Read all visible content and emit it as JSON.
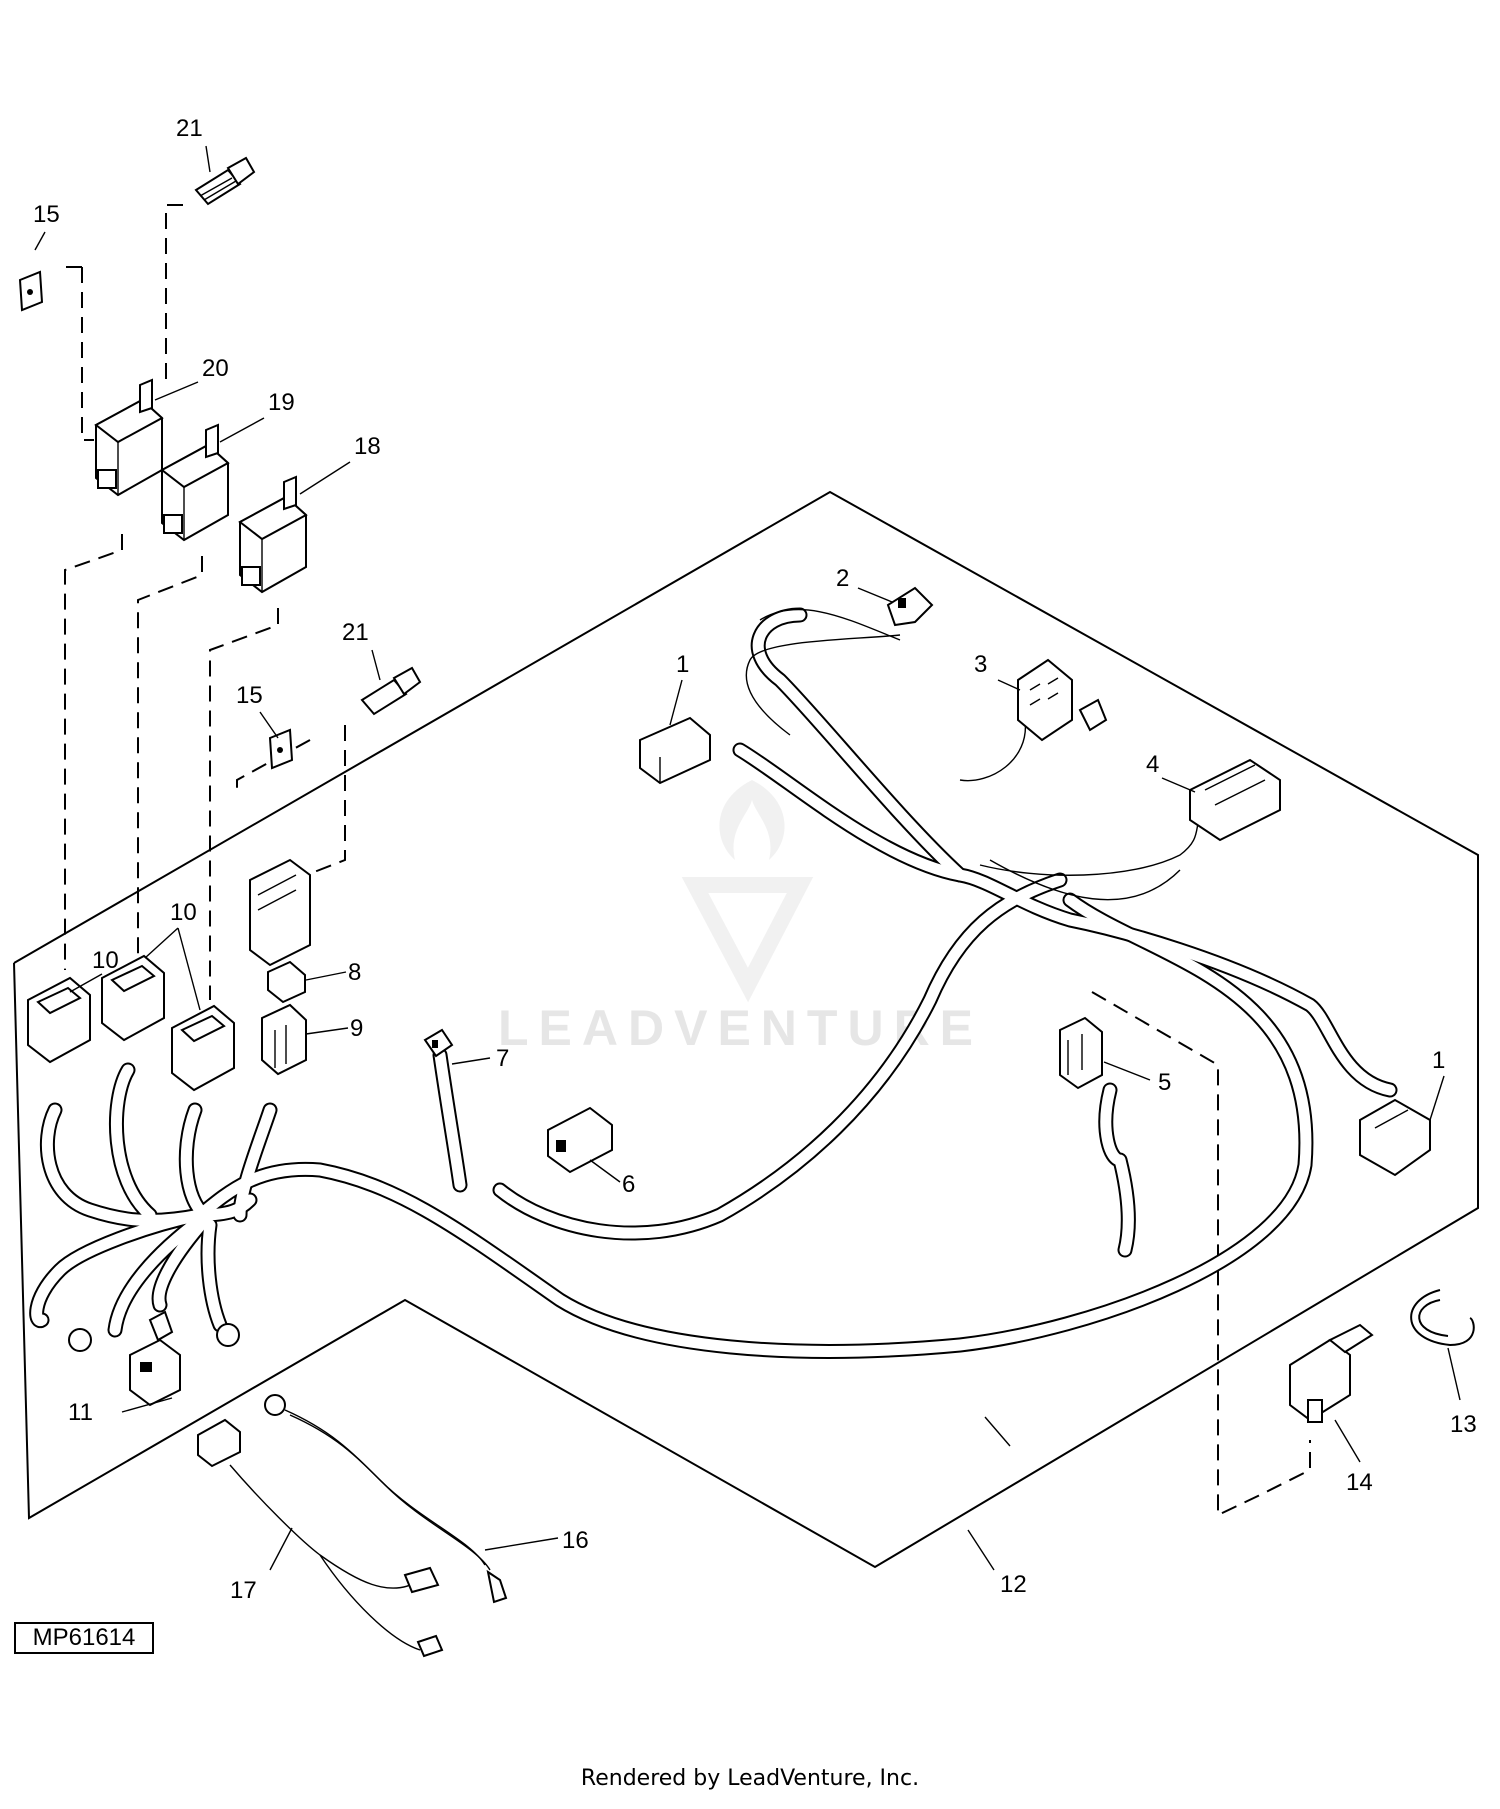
{
  "diagram": {
    "code": "MP61614",
    "footer": "Rendered by LeadVenture, Inc.",
    "watermark": "LEADVENTURE"
  },
  "callouts": [
    {
      "id": "c21a",
      "text": "21"
    },
    {
      "id": "c15a",
      "text": "15"
    },
    {
      "id": "c20",
      "text": "20"
    },
    {
      "id": "c19",
      "text": "19"
    },
    {
      "id": "c18",
      "text": "18"
    },
    {
      "id": "c21b",
      "text": "21"
    },
    {
      "id": "c15b",
      "text": "15"
    },
    {
      "id": "c2",
      "text": "2"
    },
    {
      "id": "c3",
      "text": "3"
    },
    {
      "id": "c1a",
      "text": "1"
    },
    {
      "id": "c4",
      "text": "4"
    },
    {
      "id": "c10a",
      "text": "10"
    },
    {
      "id": "c10b",
      "text": "10"
    },
    {
      "id": "c8",
      "text": "8"
    },
    {
      "id": "c9",
      "text": "9"
    },
    {
      "id": "c7",
      "text": "7"
    },
    {
      "id": "c5",
      "text": "5"
    },
    {
      "id": "c1b",
      "text": "1"
    },
    {
      "id": "c6",
      "text": "6"
    },
    {
      "id": "c11",
      "text": "11"
    },
    {
      "id": "c13",
      "text": "13"
    },
    {
      "id": "c14",
      "text": "14"
    },
    {
      "id": "c16",
      "text": "16"
    },
    {
      "id": "c17",
      "text": "17"
    },
    {
      "id": "c12",
      "text": "12"
    }
  ]
}
